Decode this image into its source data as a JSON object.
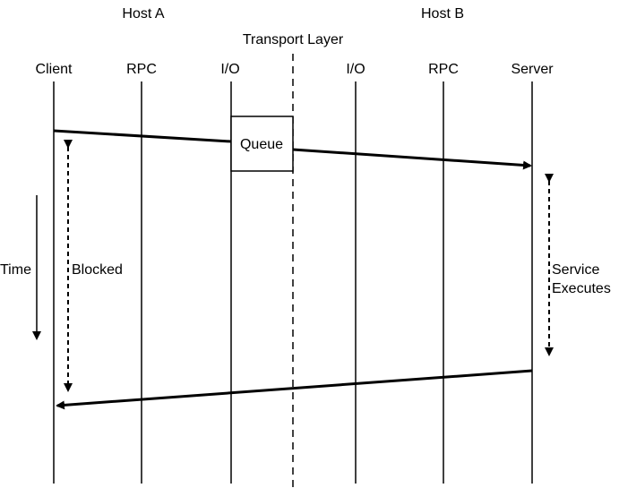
{
  "hosts": {
    "host_a": "Host A",
    "host_b": "Host B"
  },
  "transport_layer": "Transport Layer",
  "columns": {
    "client": "Client",
    "rpc_a": "RPC",
    "io_a": "I/O",
    "io_b": "I/O",
    "rpc_b": "RPC",
    "server": "Server"
  },
  "queue_label": "Queue",
  "time_label": "Time",
  "blocked_label": "Blocked",
  "service_label_line1": "Service",
  "service_label_line2": "Executes"
}
